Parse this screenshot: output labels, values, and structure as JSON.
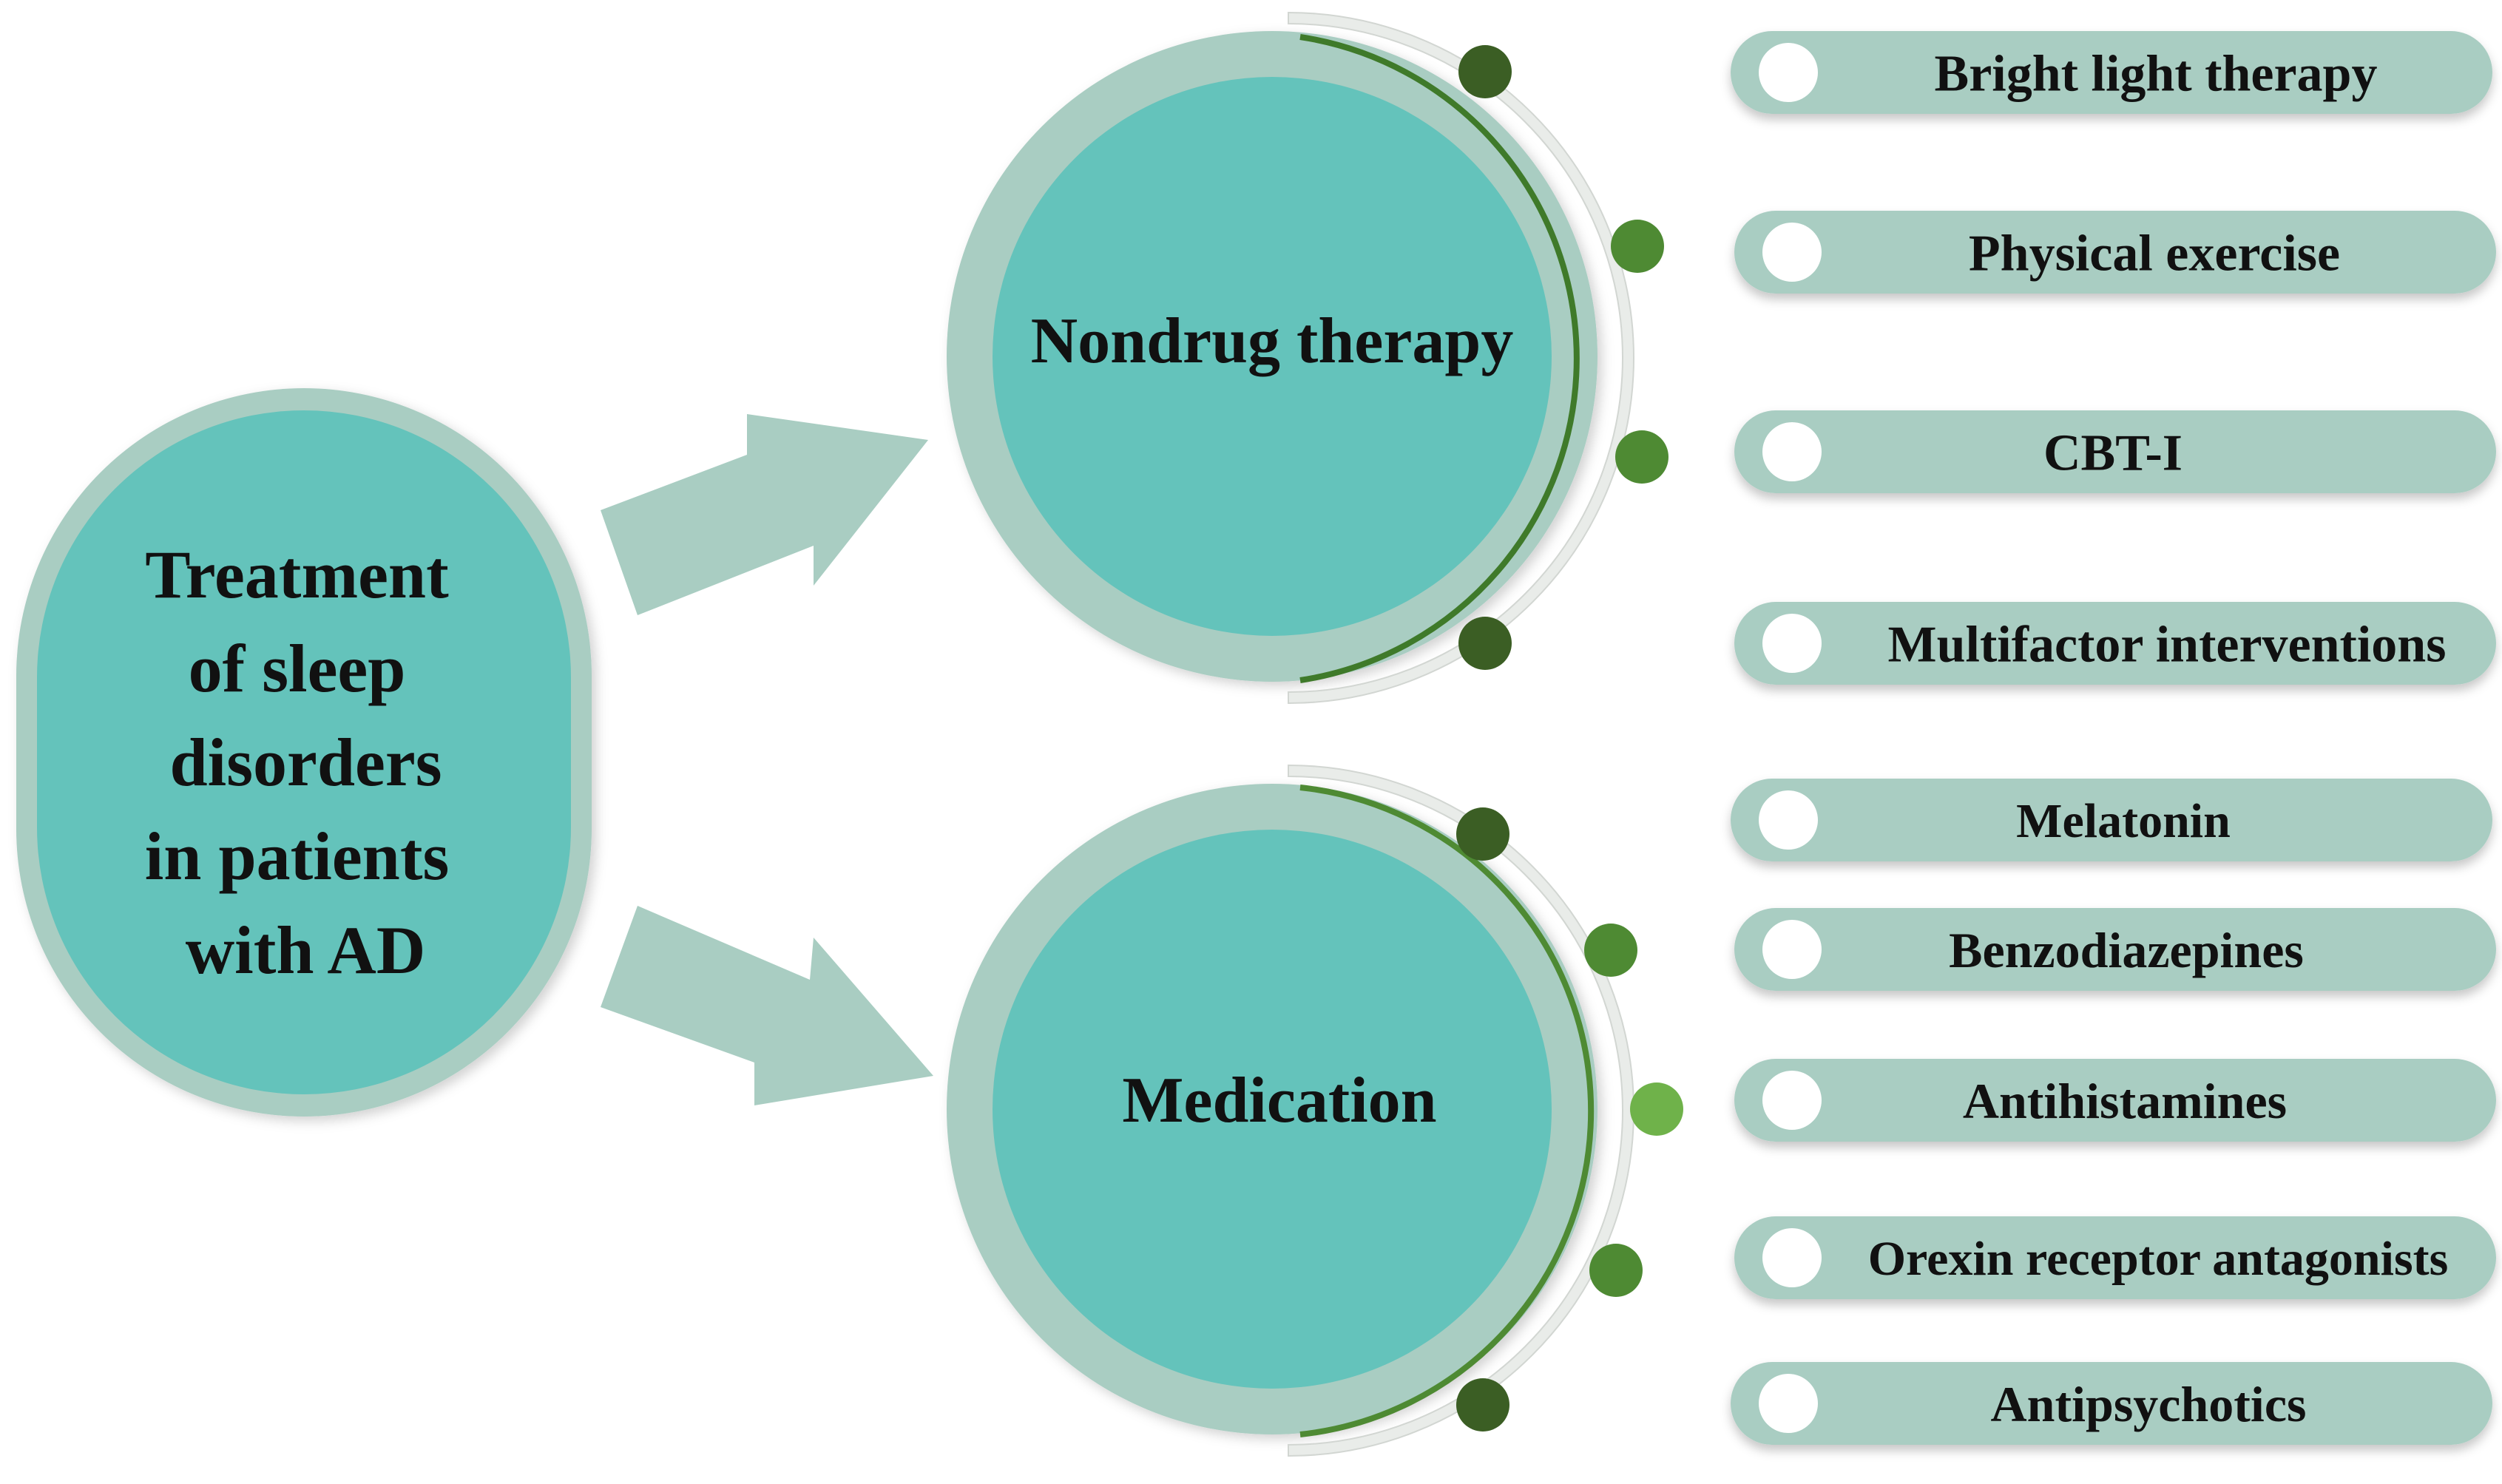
{
  "root": {
    "lines": [
      "Treatment",
      "of sleep",
      "disorders",
      "in patients",
      "with AD"
    ]
  },
  "branches": [
    {
      "title": "Nondrug therapy",
      "items": [
        "Bright light therapy",
        "Physical exercise",
        "CBT-I",
        "Multifactor interventions"
      ]
    },
    {
      "title": "Medication",
      "items": [
        "Melatonin",
        "Benzodiazepines",
        "Antihistamines",
        "Orexin receptor antagonists",
        "Antipsychotics"
      ]
    }
  ],
  "colors": {
    "teal": "#64c3bb",
    "pale_teal": "#a9cdc2",
    "pill": "#a9cdc2",
    "dark_green": "#3b5e24",
    "mid_green": "#4e8a33",
    "light_green": "#6fb24a",
    "text": "#111111"
  }
}
